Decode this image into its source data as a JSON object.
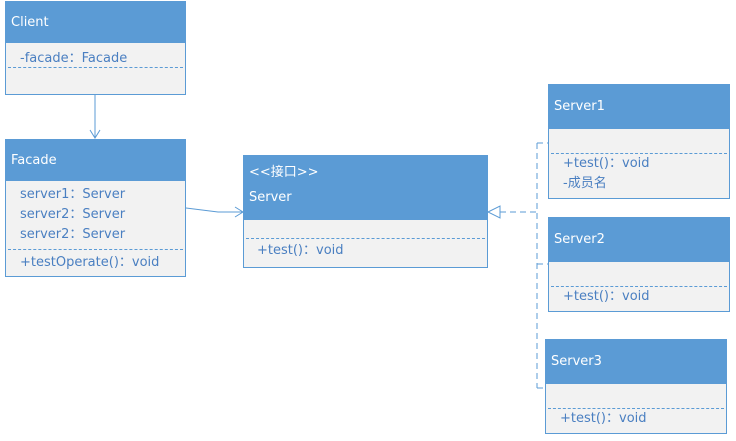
{
  "classes": {
    "client": {
      "name": "Client",
      "attributes": [
        "-facade：Facade"
      ],
      "operations": []
    },
    "facade": {
      "name": "Facade",
      "attributes": [
        "server1：Server",
        "server2：Server",
        "server2：Server"
      ],
      "operations": [
        "+testOperate()：void"
      ]
    },
    "server": {
      "stereotype": "<<接口>>",
      "name": "Server",
      "attributes": [],
      "operations": [
        "+test()：void"
      ]
    },
    "server1": {
      "name": "Server1",
      "attributes": [],
      "operations": [
        "+test()：void",
        "-成员名"
      ]
    },
    "server2": {
      "name": "Server2",
      "attributes": [],
      "operations": [
        "+test()：void"
      ]
    },
    "server3": {
      "name": "Server3",
      "attributes": [],
      "operations": [
        "+test()：void"
      ]
    }
  },
  "colors": {
    "header": "#5b9bd5",
    "body": "#f2f2f2",
    "member_text": "#4a7fc1",
    "connector": "#5b9bd5"
  }
}
